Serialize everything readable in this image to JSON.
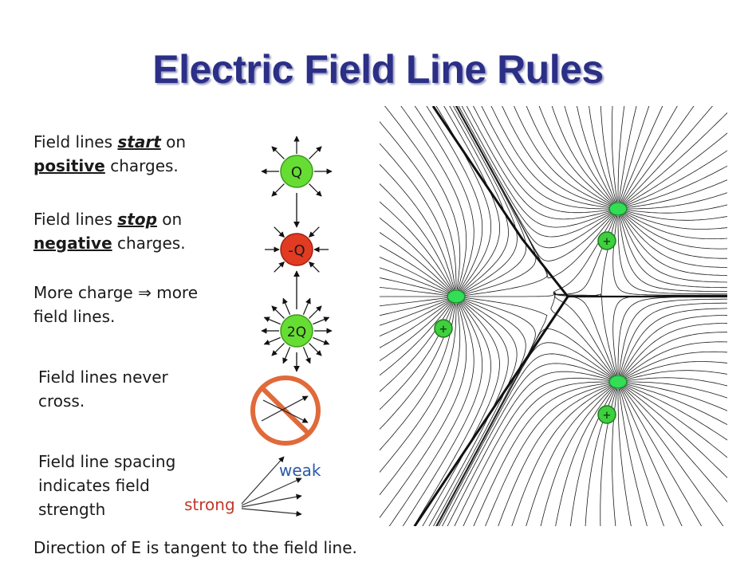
{
  "title": "Electric Field Line Rules",
  "rules": [
    {
      "pre": "Field lines ",
      "em": "start",
      "mid": " on",
      "strong": "positive",
      "post": " charges."
    },
    {
      "pre": "Field lines ",
      "em": "stop",
      "mid": " on",
      "strong": "negative",
      "post": " charges."
    },
    {
      "line1": "More charge ⇒ more",
      "line2": "field lines."
    },
    {
      "line1": "Field lines never",
      "line2": "cross."
    },
    {
      "line1": "Field line spacing",
      "line2": "indicates field",
      "line3": "strength"
    }
  ],
  "charges": [
    {
      "label": "Q",
      "color": "#66dd33"
    },
    {
      "label": "-Q",
      "color": "#e23b22"
    },
    {
      "label": "2Q",
      "color": "#66dd33"
    }
  ],
  "labels": {
    "weak": "weak",
    "strong": "strong"
  },
  "footer": "Direction of E is tangent to the field line.",
  "field_charges": [
    {
      "label": "+"
    },
    {
      "label": "+"
    },
    {
      "label": "+"
    }
  ],
  "colors": {
    "title": "#2b2f86",
    "positive": "#66dd33",
    "negative": "#e23b22",
    "no_symbol": "#e06a3a"
  }
}
